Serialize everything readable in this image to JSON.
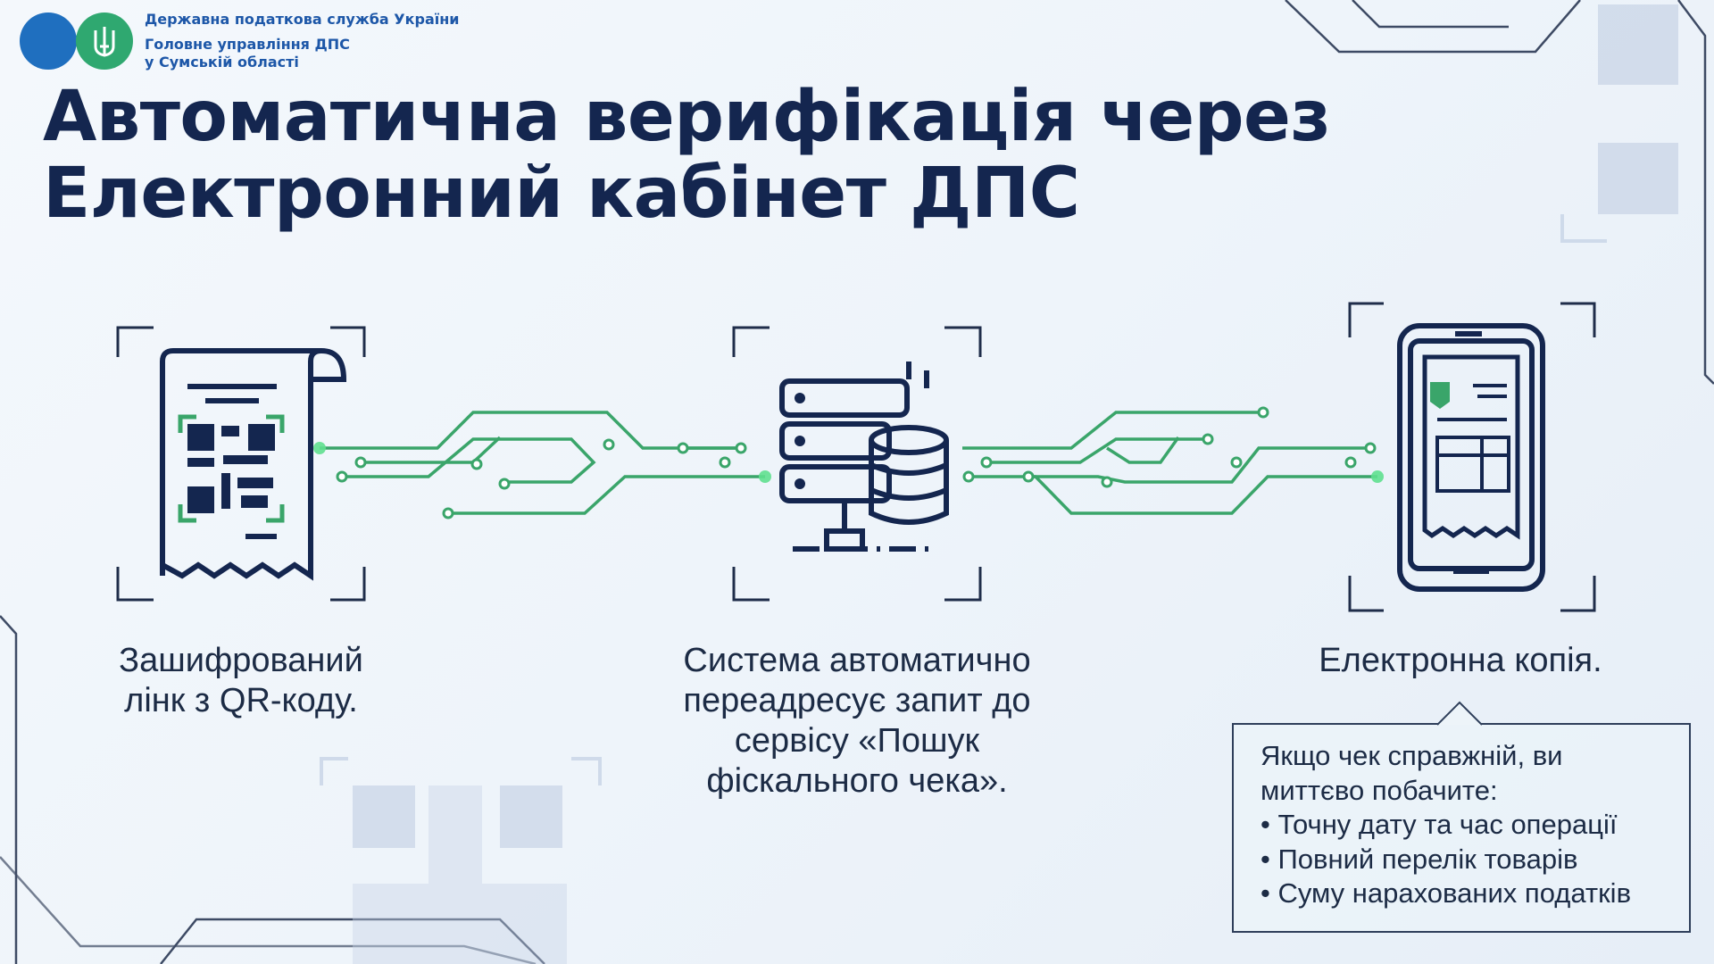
{
  "header": {
    "org_name": "Державна податкова служба України",
    "office_line1": "Головне управління ДПС",
    "office_line2": "у Сумській області"
  },
  "title": {
    "line1": "Автоматична верифікація через",
    "line2": "Електронний кабінет ДПС"
  },
  "steps": [
    {
      "icon": "receipt-qr-icon",
      "line1": "Зашифрований",
      "line2": "лінк з QR-коду."
    },
    {
      "icon": "server-database-icon",
      "line1": "Система автоматично",
      "line2": "переадресує запит до",
      "line3": "сервісу «Пошук",
      "line4": "фіскального чека»."
    },
    {
      "icon": "smartphone-receipt-icon",
      "line1": "Електронна копія."
    }
  ],
  "info_box": {
    "intro1": "Якщо чек справжній, ви",
    "intro2": "миттєво побачите:",
    "bullets": [
      "• Точну дату та час операції",
      "• Повний перелік товарів",
      "• Суму нарахованих податків"
    ]
  },
  "colors": {
    "navy": "#14264f",
    "blue": "#1f6fbf",
    "green": "#2fa870",
    "circuit": "#3aa56a"
  }
}
